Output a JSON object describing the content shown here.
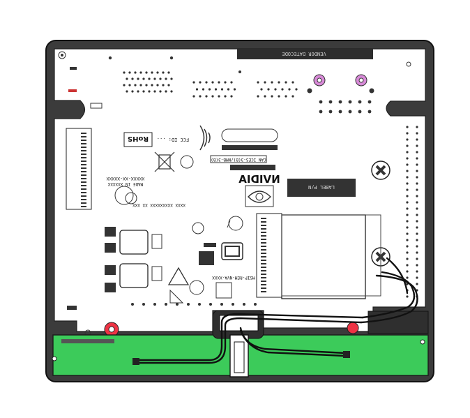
{
  "board": {
    "vendor_label": "VENDOR DATECODE",
    "fcc_id": "FCC ID: ...",
    "rohs": "RoHS",
    "can_ices": "CAN ICES-3(B)/NMB-3(B)",
    "brand": "NVIDIA",
    "label_pn": "LABEL P/N",
    "part_number": "XXXXX-XX-XXXXX",
    "made_in": "MADE IN XXXXXX",
    "regulatory_number": "MSIP-REM-NVA-XXXX",
    "serial": "XXXX XXXXXXXXX XX XXX"
  },
  "colors": {
    "chassis": "#3a3a3a",
    "board": "#ffffff",
    "riser": "#33cc55",
    "screw_red": "#ee3344",
    "standoff_purple": "#cc66cc"
  },
  "icons": [
    "rohs-icon",
    "weee-bin-icon",
    "ce-mark-icon",
    "nvidia-eye-icon",
    "ground-symbol-icon",
    "warning-triangle-icon"
  ]
}
